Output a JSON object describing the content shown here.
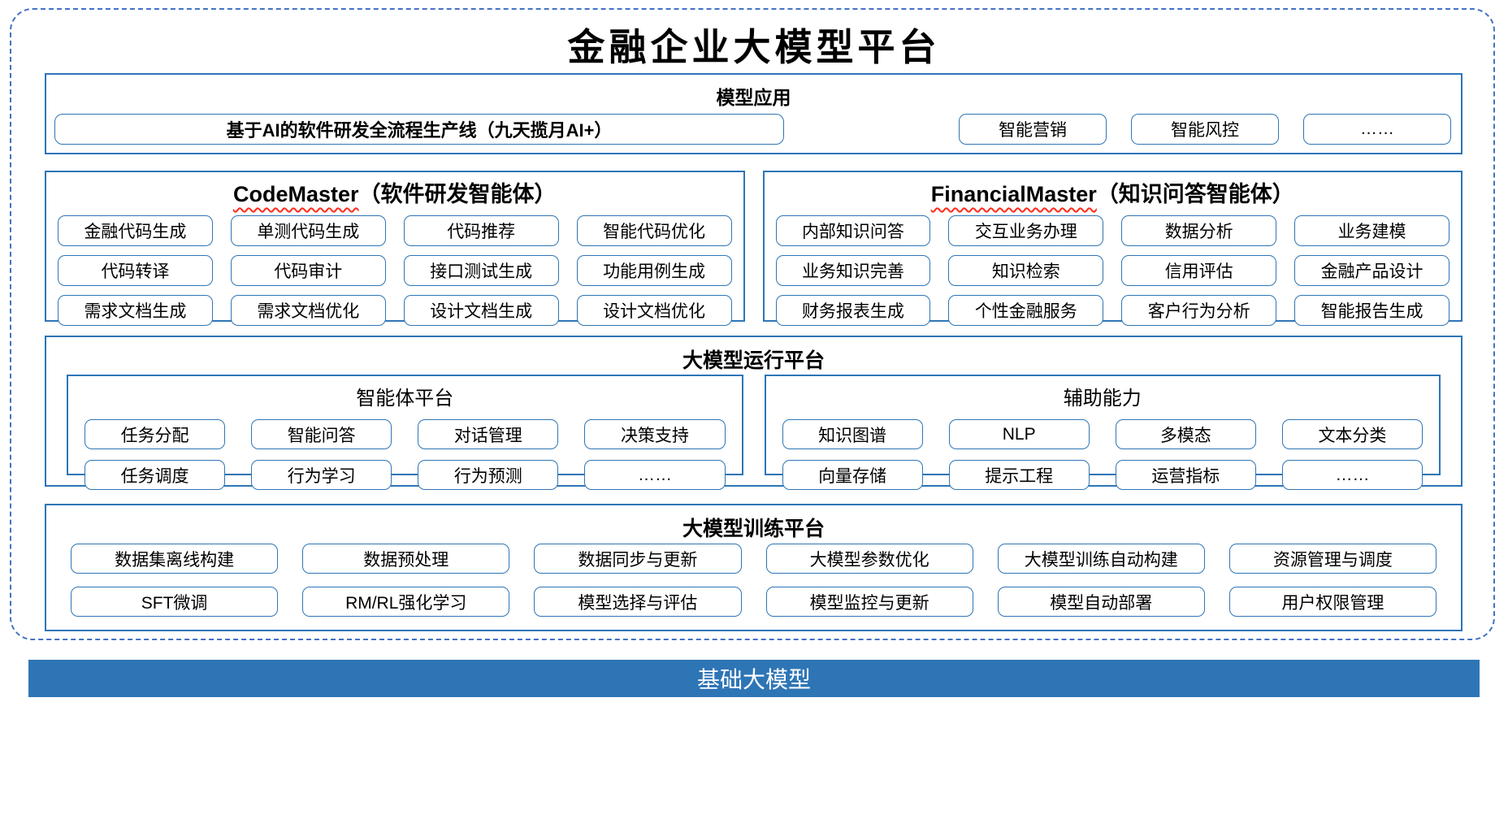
{
  "title": "金融企业大模型平台",
  "colors": {
    "dashed_border": "#4472c4",
    "box_border": "#2e75b6",
    "bar_bg": "#2e75b6",
    "squiggle": "#ff2a1a"
  },
  "model_app": {
    "header": "模型应用",
    "pipeline_item": "基于AI的软件研发全流程生产线（九天揽月AI+）",
    "items": [
      "智能营销",
      "智能风控",
      "……"
    ]
  },
  "code_master": {
    "title_en": "CodeMaster",
    "title_zh": "（软件研发智能体）",
    "items": [
      "金融代码生成",
      "单测代码生成",
      "代码推荐",
      "智能代码优化",
      "代码转译",
      "代码审计",
      "接口测试生成",
      "功能用例生成",
      "需求文档生成",
      "需求文档优化",
      "设计文档生成",
      "设计文档优化"
    ]
  },
  "financial_master": {
    "title_en": "FinancialMaster",
    "title_zh": "（知识问答智能体）",
    "items": [
      "内部知识问答",
      "交互业务办理",
      "数据分析",
      "业务建模",
      "业务知识完善",
      "知识检索",
      "信用评估",
      "金融产品设计",
      "财务报表生成",
      "个性金融服务",
      "客户行为分析",
      "智能报告生成"
    ]
  },
  "run_platform": {
    "header": "大模型运行平台",
    "agent_platform": {
      "header": "智能体平台",
      "items": [
        "任务分配",
        "智能问答",
        "对话管理",
        "决策支持",
        "任务调度",
        "行为学习",
        "行为预测",
        "……"
      ]
    },
    "aux_ability": {
      "header": "辅助能力",
      "items": [
        "知识图谱",
        "NLP",
        "多模态",
        "文本分类",
        "向量存储",
        "提示工程",
        "运营指标",
        "……"
      ]
    }
  },
  "train_platform": {
    "header": "大模型训练平台",
    "items": [
      "数据集离线构建",
      "数据预处理",
      "数据同步与更新",
      "大模型参数优化",
      "大模型训练自动构建",
      "资源管理与调度",
      "SFT微调",
      "RM/RL强化学习",
      "模型选择与评估",
      "模型监控与更新",
      "模型自动部署",
      "用户权限管理"
    ]
  },
  "base_model": {
    "label": "基础大模型"
  }
}
